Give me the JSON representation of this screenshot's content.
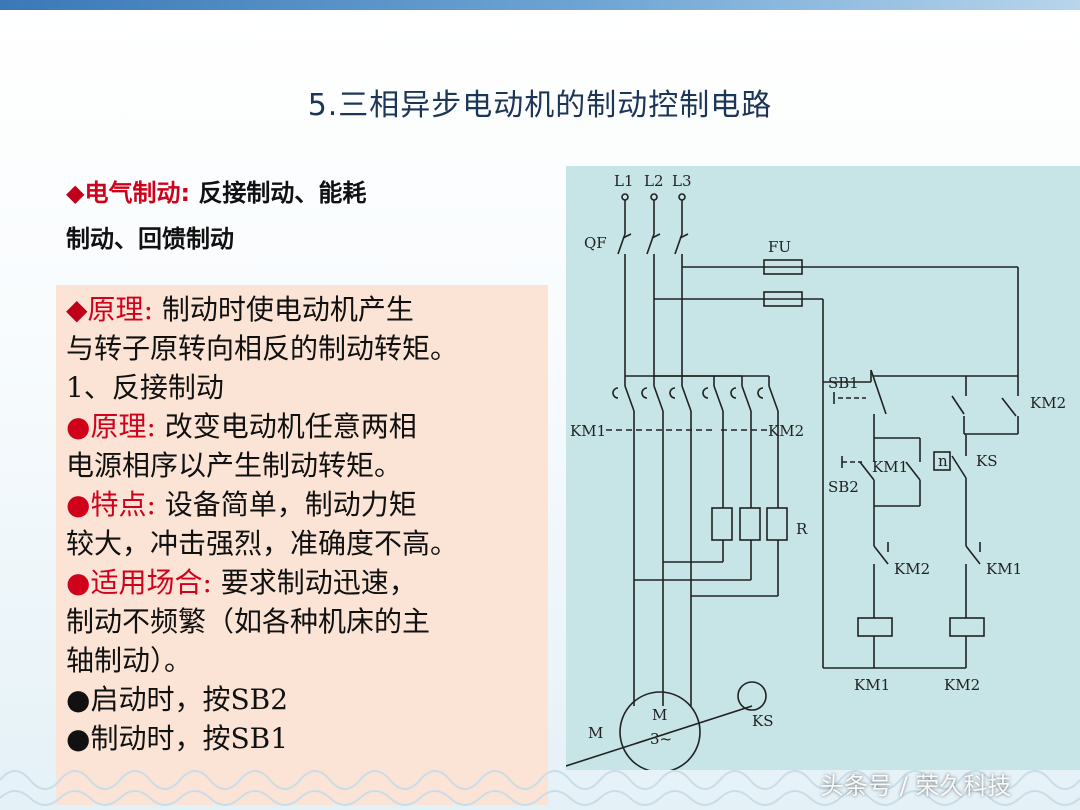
{
  "slide": {
    "title": "5.三相异步电动机的制动控制电路"
  },
  "heading": {
    "marker": "◆",
    "label": "电气制动",
    "colon": ":",
    "line1_rest": "反接制动、能耗",
    "line2": "制动、回馈制动"
  },
  "content": {
    "principle_marker": "◆",
    "principle_label": "原理",
    "principle_colon": ":",
    "principle_text1": "制动时使电动机产生",
    "principle_text2": "与转子原转向相反的制动转矩。",
    "section1": "1、反接制动",
    "bullet_marker": "●",
    "item1_label": "原理",
    "item1_text1": "改变电动机任意两相",
    "item1_text2": "电源相序以产生制动转矩。",
    "item2_label": "特点",
    "item2_text1": "设备简单，制动力矩",
    "item2_text2": "较大，冲击强烈，准确度不高。",
    "item3_label": "适用场合",
    "item3_text1": "要求制动迅速，",
    "item3_text2": "制动不频繁（如各种机床的主",
    "item3_text3": "轴制动）。",
    "item4_text": "启动时，按SB2",
    "item5_text": "制动时，按SB1",
    "colon": ":"
  },
  "diagram": {
    "labels": {
      "l1": "L1",
      "l2": "L2",
      "l3": "L3",
      "qf": "QF",
      "fu": "FU",
      "km1_main": "KM1",
      "km2_main": "KM2",
      "r": "R",
      "m": "M",
      "motor_symbol": "M",
      "motor_phase": "3~",
      "ks_wheel": "KS",
      "sb1": "SB1",
      "sb2": "SB2",
      "km1_interlock": "KM1",
      "ks_contact": "KS",
      "ks_box": "n",
      "km2_hold": "KM2",
      "km2_nc": "KM2",
      "km1_nc": "KM1",
      "coil_km1": "KM1",
      "coil_km2": "KM2"
    }
  },
  "watermark": "头条号 / 荣久科技"
}
